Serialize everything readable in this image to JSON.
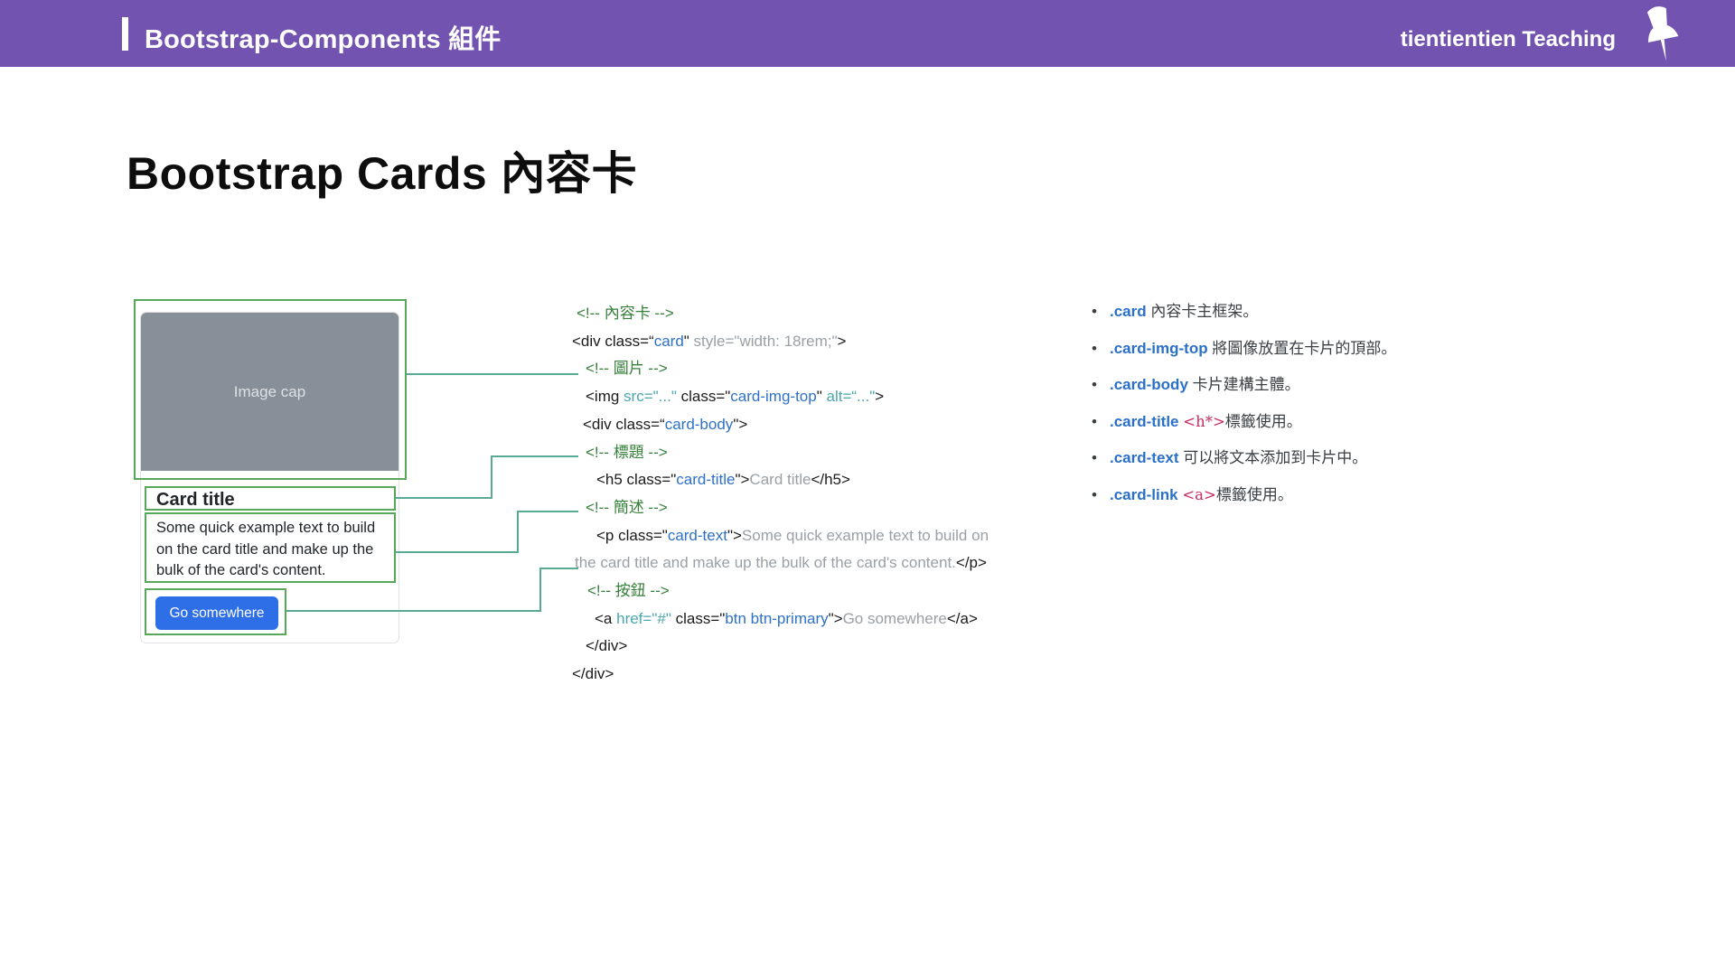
{
  "header": {
    "lesson_title": "Bootstrap-Components 組件",
    "brand": "tientientien Teaching",
    "bg_color": "#7353b0"
  },
  "page": {
    "title": "Bootstrap Cards 內容卡"
  },
  "card_demo": {
    "image_label": "Image cap",
    "title": "Card title",
    "text_lines": [
      "Some quick example text to build",
      "on the card title and make up the",
      "bulk of the card's content."
    ],
    "button_label": "Go somewhere",
    "button_color": "#2e6ee6",
    "annotation_color": "#57a85a",
    "connector_color": "#58aa94"
  },
  "code": {
    "lines": [
      {
        "indent": 5,
        "tokens": [
          [
            "c",
            "<!-- 內容卡 -->"
          ]
        ]
      },
      {
        "indent": 0,
        "tokens": [
          [
            "k",
            "<div class=“"
          ],
          [
            "b",
            "card"
          ],
          [
            "k",
            "\" "
          ],
          [
            "g",
            "style=\"width: 18rem;\""
          ],
          [
            "k",
            ">"
          ]
        ]
      },
      {
        "indent": 15,
        "tokens": [
          [
            "c",
            "<!-- 圖片 -->"
          ]
        ]
      },
      {
        "indent": 15,
        "tokens": [
          [
            "k",
            "<img "
          ],
          [
            "t",
            "src=\"...\""
          ],
          [
            "k",
            " class=\""
          ],
          [
            "b",
            "card-img-top"
          ],
          [
            "k",
            "\" "
          ],
          [
            "t",
            "alt=“...\""
          ],
          [
            "k",
            ">"
          ]
        ]
      },
      {
        "indent": 12,
        "tokens": [
          [
            "k",
            "<div class=“"
          ],
          [
            "b",
            "card-body"
          ],
          [
            "k",
            "\">"
          ]
        ]
      },
      {
        "indent": 15,
        "tokens": [
          [
            "c",
            "<!-- 標題 -->"
          ]
        ]
      },
      {
        "indent": 27,
        "tokens": [
          [
            "k",
            "<h5 class=\""
          ],
          [
            "b",
            "card-title"
          ],
          [
            "k",
            "\">"
          ],
          [
            "g",
            "Card title"
          ],
          [
            "k",
            "</h5>"
          ]
        ]
      },
      {
        "indent": 15,
        "tokens": [
          [
            "c",
            "<!-- 簡述 -->"
          ]
        ]
      },
      {
        "indent": 27,
        "tokens": [
          [
            "k",
            "<p class=\""
          ],
          [
            "b",
            "card-text"
          ],
          [
            "k",
            "\">"
          ],
          [
            "g",
            "Some quick example text to build on"
          ]
        ]
      },
      {
        "indent": 3,
        "tokens": [
          [
            "g",
            "the card title and make up the bulk of the card's content."
          ],
          [
            "k",
            "</p>"
          ]
        ]
      },
      {
        "indent": 17,
        "tokens": [
          [
            "c",
            "<!-- 按鈕 -->"
          ]
        ]
      },
      {
        "indent": 25,
        "tokens": [
          [
            "k",
            "<a "
          ],
          [
            "t",
            "href=\"#\""
          ],
          [
            "k",
            " class=\""
          ],
          [
            "b",
            "btn btn-primary"
          ],
          [
            "k",
            "\">"
          ],
          [
            "g",
            "Go somewhere"
          ],
          [
            "k",
            "</a>"
          ]
        ]
      },
      {
        "indent": 15,
        "tokens": [
          [
            "k",
            "</div>"
          ]
        ]
      },
      {
        "indent": 0,
        "tokens": [
          [
            "k",
            "</div>"
          ]
        ]
      }
    ]
  },
  "notes": {
    "items": [
      {
        "cls": ".card",
        "tag": "",
        "text": "內容卡主框架。"
      },
      {
        "cls": ".card-img-top",
        "tag": "",
        "text": "將圖像放置在卡片的頂部。"
      },
      {
        "cls": ".card-body",
        "tag": "",
        "text": "卡片建構主體。"
      },
      {
        "cls": ".card-title",
        "tag": "<h*>",
        "text": "標籤使用。"
      },
      {
        "cls": ".card-text",
        "tag": "",
        "text": "可以將文本添加到卡片中。"
      },
      {
        "cls": ".card-link",
        "tag": "<a>",
        "text": "標籤使用。"
      }
    ]
  }
}
